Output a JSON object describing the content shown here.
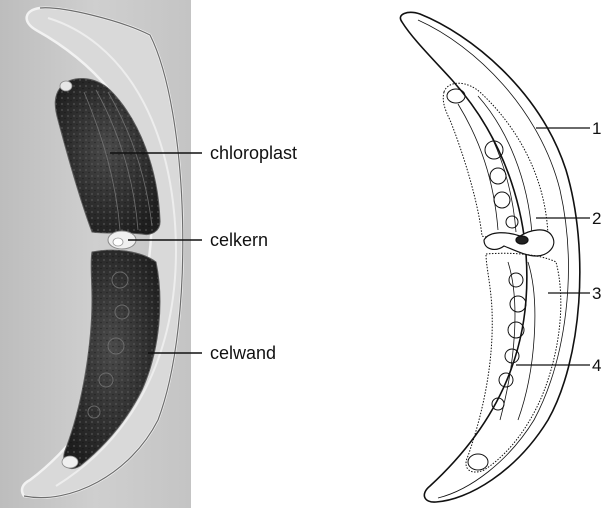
{
  "left_panel": {
    "labels": [
      {
        "id": "chloroplast",
        "text": "chloroplast"
      },
      {
        "id": "celkern",
        "text": "celkern"
      },
      {
        "id": "celwand",
        "text": "celwand"
      }
    ]
  },
  "right_panel": {
    "numbers": [
      "1",
      "2",
      "3",
      "4"
    ]
  },
  "colors": {
    "photo_background": "#c9c9c9",
    "photo_cell_interior": "#dcdcdc",
    "chloroplast_dark": "#2b2b2b",
    "line": "#111111"
  }
}
